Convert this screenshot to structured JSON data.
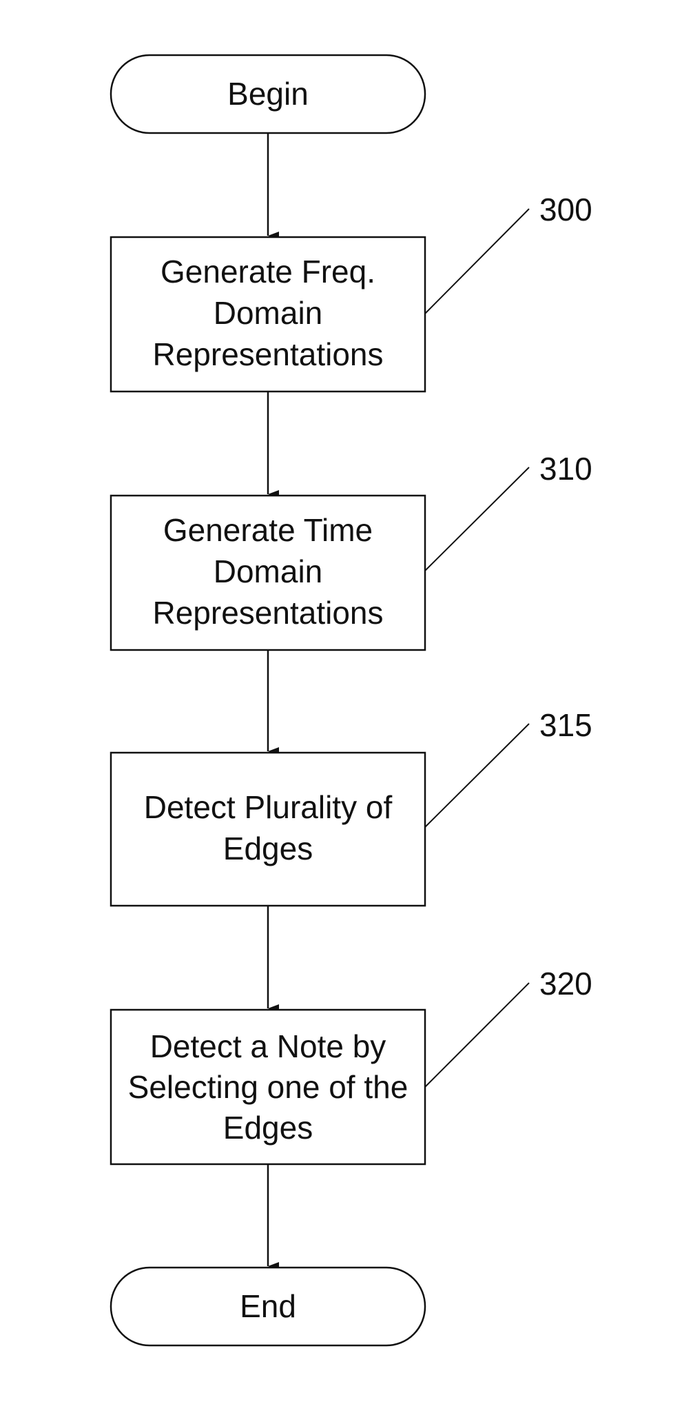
{
  "flowchart": {
    "start": {
      "label": "Begin"
    },
    "steps": [
      {
        "ref": "300",
        "lines": [
          "Generate Freq.",
          "Domain",
          "Representations"
        ]
      },
      {
        "ref": "310",
        "lines": [
          "Generate Time",
          "Domain",
          "Representations"
        ]
      },
      {
        "ref": "315",
        "lines": [
          "Detect Plurality of",
          "Edges"
        ]
      },
      {
        "ref": "320",
        "lines": [
          "Detect a Note by",
          "Selecting one of the",
          "Edges"
        ]
      }
    ],
    "end": {
      "label": "End"
    }
  }
}
